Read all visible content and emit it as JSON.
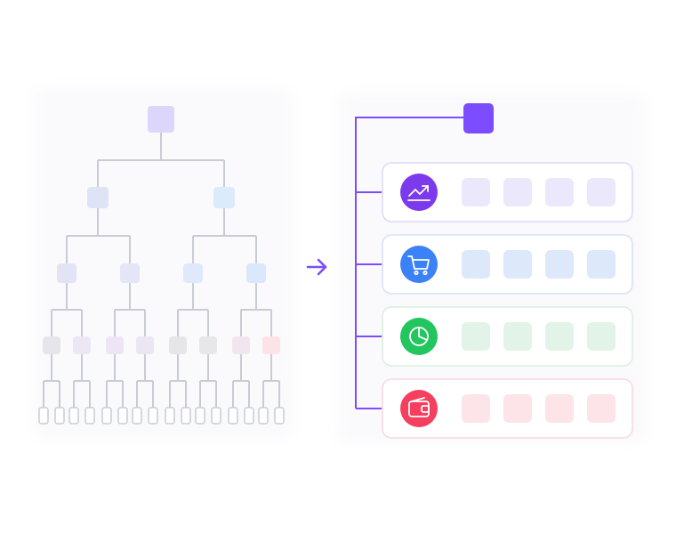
{
  "colors": {
    "accent": "#7c4dff",
    "tree_line": "#c9cbd6",
    "leaf_border": "#c9cbd6",
    "root_faded": "#ddd6fb",
    "level1": [
      "#dfe3f6",
      "#dcebfb"
    ],
    "level2": [
      "#e2e4f5",
      "#e4e5f6",
      "#dfe9fa",
      "#dbe8fb"
    ],
    "level3": [
      "#e6e6ea",
      "#ede6f3",
      "#ede5f4",
      "#ece6f2",
      "#e6e6e8",
      "#e7e7ea",
      "#f2e6ee",
      "#fbe3e8"
    ]
  },
  "arrow_icon": "arrow-right-icon",
  "groups": [
    {
      "icon": "trending-up-icon",
      "icon_bg": "#7c3aed",
      "border": "#e3dcfb",
      "tile": "#ece8fb",
      "tiles": 4
    },
    {
      "icon": "shopping-cart-icon",
      "icon_bg": "#3b82f6",
      "border": "#dbe5f8",
      "tile": "#dde8fa",
      "tiles": 4
    },
    {
      "icon": "pie-chart-icon",
      "icon_bg": "#22c55e",
      "border": "#ddf0e3",
      "tile": "#e2f4e7",
      "tiles": 4
    },
    {
      "icon": "wallet-icon",
      "icon_bg": "#f43f5e",
      "border": "#f8dde3",
      "tile": "#fce4e8",
      "tiles": 4
    }
  ]
}
